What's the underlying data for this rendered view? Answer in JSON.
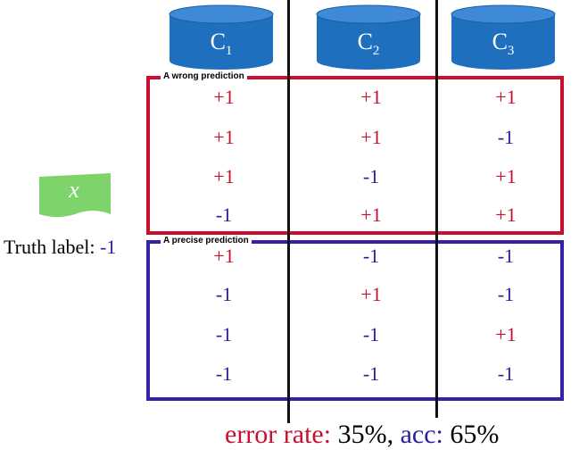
{
  "classifiers": [
    "C",
    "C",
    "C"
  ],
  "classifier_subscripts": [
    "1",
    "2",
    "3"
  ],
  "wrong_box_title": "A wrong prediction",
  "precise_box_title": "A precise prediction",
  "input_label": "x",
  "truth_label": "Truth label:",
  "truth_value": "-1",
  "wrong_rows": [
    [
      "+1",
      "+1",
      "+1"
    ],
    [
      "+1",
      "+1",
      "-1"
    ],
    [
      "+1",
      "-1",
      "+1"
    ],
    [
      "-1",
      "+1",
      "+1"
    ]
  ],
  "precise_rows": [
    [
      "+1",
      "-1",
      "-1"
    ],
    [
      "-1",
      "+1",
      "-1"
    ],
    [
      "-1",
      "-1",
      "+1"
    ],
    [
      "-1",
      "-1",
      "-1"
    ]
  ],
  "summary": {
    "error_label": "error rate:",
    "error_value": "35%,",
    "acc_label": "acc:",
    "acc_value": "65%"
  },
  "colors": {
    "positive": "#c8102e",
    "negative": "#2a1fa0",
    "cylinder": "#1f6fbf",
    "input_flag": "#7ed36b"
  }
}
